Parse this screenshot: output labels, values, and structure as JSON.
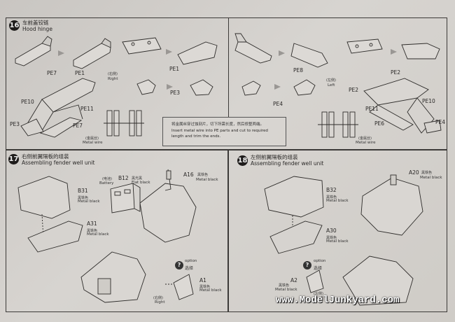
{
  "step16": {
    "number": "16",
    "title_cn": "车前盖铰链",
    "title_en": "Hood hinge",
    "labels": {
      "pe7_top": "PE7",
      "pe1_top": "PE1",
      "pe1_mid": "PE1",
      "pe3": "PE3",
      "pe10_left": "PE10",
      "pe11_left": "PE11",
      "pe3_left": "PE3",
      "pe7_left": "PE7",
      "pe8": "PE8",
      "pe2_top": "PE2",
      "pe4": "PE4",
      "pe2_right": "PE2",
      "pe10_right": "PE10",
      "pe11_right": "PE11",
      "pe6": "PE6",
      "pe4_right": "PE4"
    },
    "right_cn": "(右侧)",
    "right_en": "Right",
    "left_cn": "(左侧)",
    "left_en": "Left",
    "metal_wire_cn_l": "(金属丝)",
    "metal_wire_en_l": "Metal wire",
    "metal_wire_cn_r": "(金属丝)",
    "metal_wire_en_r": "Metal wire",
    "note": {
      "cn": "将金属丝穿过蚀刻片，切下所需长度，然后修整两端。",
      "en1": "Insert metal wire into PE parts and cut to required",
      "en2": "length and trim the ends."
    }
  },
  "step17": {
    "number": "17",
    "title_cn": "右侧前翼隔板的组装",
    "title_en": "Assembling fender well unit",
    "b31": "B31",
    "b31_cn": "黑铁色",
    "b31_en": "Metal black",
    "a31": "A31",
    "a31_cn": "黑铁色",
    "a31_en": "Metal black",
    "battery_cn": "(电池)",
    "battery_en": "Battery",
    "b12": "B12",
    "b12_cn": "黑光黑",
    "b12_en": "Flat black",
    "a16": "A16",
    "a16_cn": "黑铁色",
    "a16_en": "Metal black",
    "option_en": "option",
    "option_cn": "选择",
    "a1": "A1",
    "a1_cn": "黑铁色",
    "a1_en": "Metal black",
    "right_cn": "(右侧)",
    "right_en": "Right"
  },
  "step18": {
    "number": "18",
    "title_cn": "左侧前翼隔板的组装",
    "title_en": "Assembling fender well unit",
    "b32": "B32",
    "b32_cn": "黑铁色",
    "b32_en": "Metal black",
    "a30": "A30",
    "a30_cn": "黑铁色",
    "a30_en": "Metal black",
    "a20": "A20",
    "a20_cn": "黑铁色",
    "a20_en": "Metal black",
    "option_en": "option",
    "option_cn": "选择",
    "a2": "A2",
    "a2_cn": "黑铁色",
    "a2_en": "Metal black",
    "left_cn": "(左侧)",
    "left_en": "Left"
  },
  "watermark": "www.ModelJunkyard.com"
}
